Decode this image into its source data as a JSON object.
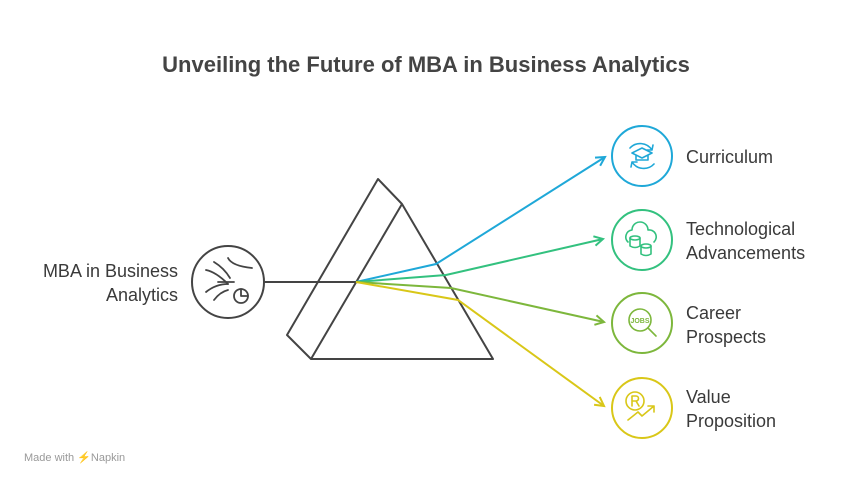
{
  "title": "Unveiling the Future of MBA in Business Analytics",
  "source": {
    "line1": "MBA in Business",
    "line2": "Analytics",
    "icon": "data-funnel-pie-icon"
  },
  "outputs": [
    {
      "line1": "Curriculum",
      "line2": "",
      "color": "#1fa8d8",
      "icon": "graduation-cap-cycle-icon"
    },
    {
      "line1": "Technological",
      "line2": "Advancements",
      "color": "#33c17f",
      "icon": "cloud-database-icon"
    },
    {
      "line1": "Career",
      "line2": "Prospects",
      "color": "#7db73c",
      "icon": "jobs-search-icon"
    },
    {
      "line1": "Value",
      "line2": "Proposition",
      "color": "#d9c718",
      "icon": "currency-growth-icon"
    }
  ],
  "footer": {
    "text": "Made with",
    "brand": "Napkin"
  }
}
